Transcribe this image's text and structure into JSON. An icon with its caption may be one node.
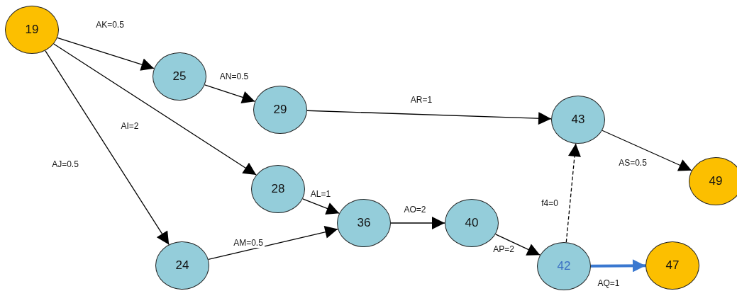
{
  "diagram": {
    "nodes": [
      {
        "text": [
          "19"
        ]
      },
      {
        "text": [
          "25"
        ]
      },
      {
        "text": [
          "29"
        ]
      },
      {
        "text": [
          "28"
        ]
      },
      {
        "text": [
          "24"
        ]
      },
      {
        "text": [
          "36"
        ]
      },
      {
        "text": [
          "40"
        ]
      },
      {
        "text": [
          "42"
        ]
      },
      {
        "text": [
          "43"
        ]
      },
      {
        "text": [
          "47"
        ]
      },
      {
        "text": [
          "49"
        ]
      }
    ],
    "edges": [
      {
        "from": 0,
        "to": 1,
        "arrow": "to",
        "label": "AK=0.5"
      },
      {
        "from": 0,
        "to": 3,
        "arrow": "to",
        "label": "AI=2"
      },
      {
        "from": 0,
        "to": 4,
        "arrow": "to",
        "label": "AJ=0.5"
      },
      {
        "from": 1,
        "to": 2,
        "arrow": "to",
        "label": "AN=0.5"
      },
      {
        "from": 2,
        "to": 8,
        "arrow": "to",
        "label": "AR=1"
      },
      {
        "from": 3,
        "to": 5,
        "arrow": "to",
        "label": "AL=1"
      },
      {
        "from": 4,
        "to": 5,
        "arrow": "to",
        "label": "AM=0.5"
      },
      {
        "from": 5,
        "to": 6,
        "arrow": "to",
        "label": "AO=2"
      },
      {
        "from": 6,
        "to": 7,
        "arrow": "to",
        "label": "AP=2"
      },
      {
        "from": 7,
        "to": 8,
        "arrow": "to",
        "label": "f4=0",
        "style": "dashed"
      },
      {
        "from": 7,
        "to": 9,
        "arrow": "to",
        "label": "AQ=1",
        "style": "thick",
        "color": "#3a78d0"
      },
      {
        "from": 8,
        "to": 10,
        "arrow": "to",
        "label": "AS=0.5"
      }
    ]
  }
}
